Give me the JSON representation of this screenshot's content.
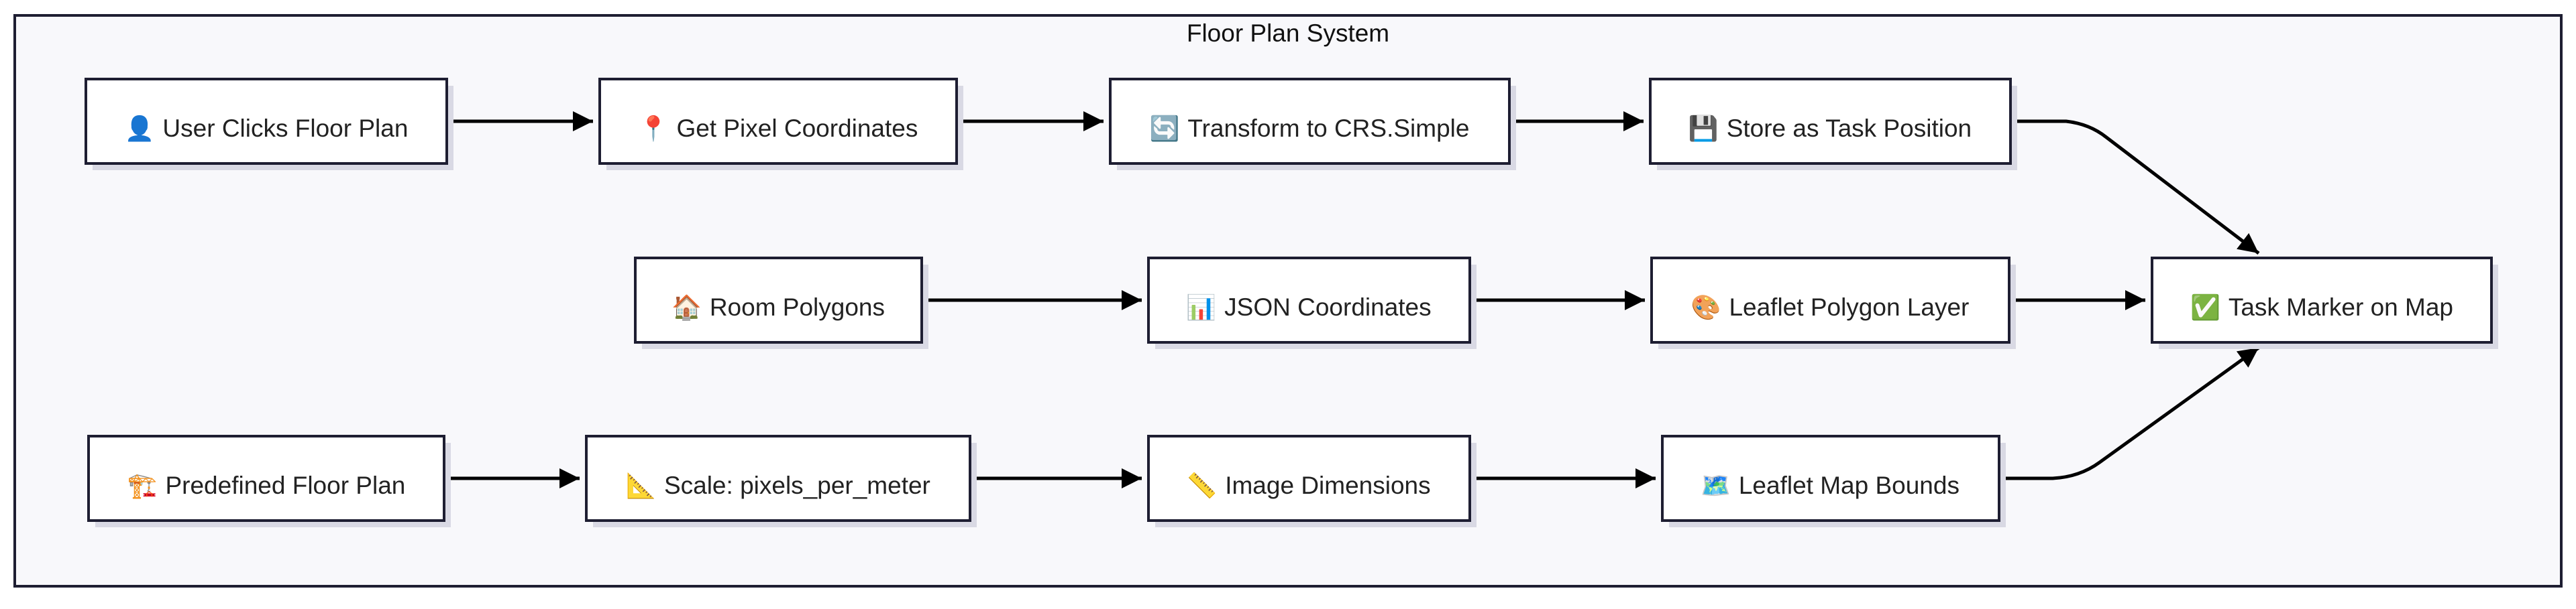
{
  "diagram": {
    "title": "Floor Plan System",
    "colors": {
      "background": "#f8f8fb",
      "border": "#1e1e32",
      "node_fill": "#ffffff",
      "node_shadow": "#d9d9e4",
      "edge": "#000000"
    },
    "nodes": {
      "user_clicks": {
        "icon": "👤",
        "icon_name": "user-icon",
        "label": "User Clicks Floor Plan"
      },
      "get_pixel": {
        "icon": "📍",
        "icon_name": "pin-icon",
        "label": "Get Pixel Coordinates"
      },
      "transform": {
        "icon": "🔄",
        "icon_name": "refresh-icon",
        "label": "Transform to CRS.Simple"
      },
      "store": {
        "icon": "💾",
        "icon_name": "floppy-disk-icon",
        "label": "Store as Task Position"
      },
      "room_polygons": {
        "icon": "🏠",
        "icon_name": "house-icon",
        "label": "Room Polygons"
      },
      "json_coords": {
        "icon": "📊",
        "icon_name": "bar-chart-icon",
        "label": "JSON Coordinates"
      },
      "leaflet_polygon": {
        "icon": "🎨",
        "icon_name": "palette-icon",
        "label": "Leaflet Polygon Layer"
      },
      "task_marker": {
        "icon": "✅",
        "icon_name": "check-mark-icon",
        "label": "Task Marker on Map"
      },
      "predefined": {
        "icon": "🏗️",
        "icon_name": "crane-icon",
        "label": "Predefined Floor Plan"
      },
      "scale": {
        "icon": "📐",
        "icon_name": "triangle-ruler-icon",
        "label": "Scale: pixels_per_meter"
      },
      "image_dims": {
        "icon": "📏",
        "icon_name": "ruler-icon",
        "label": "Image Dimensions"
      },
      "leaflet_bounds": {
        "icon": "🗺️",
        "icon_name": "map-icon",
        "label": "Leaflet Map Bounds"
      }
    },
    "edges": [
      {
        "from": "user_clicks",
        "to": "get_pixel"
      },
      {
        "from": "get_pixel",
        "to": "transform"
      },
      {
        "from": "transform",
        "to": "store"
      },
      {
        "from": "store",
        "to": "task_marker"
      },
      {
        "from": "room_polygons",
        "to": "json_coords"
      },
      {
        "from": "json_coords",
        "to": "leaflet_polygon"
      },
      {
        "from": "leaflet_polygon",
        "to": "task_marker"
      },
      {
        "from": "predefined",
        "to": "scale"
      },
      {
        "from": "scale",
        "to": "image_dims"
      },
      {
        "from": "image_dims",
        "to": "leaflet_bounds"
      },
      {
        "from": "leaflet_bounds",
        "to": "task_marker"
      }
    ]
  }
}
